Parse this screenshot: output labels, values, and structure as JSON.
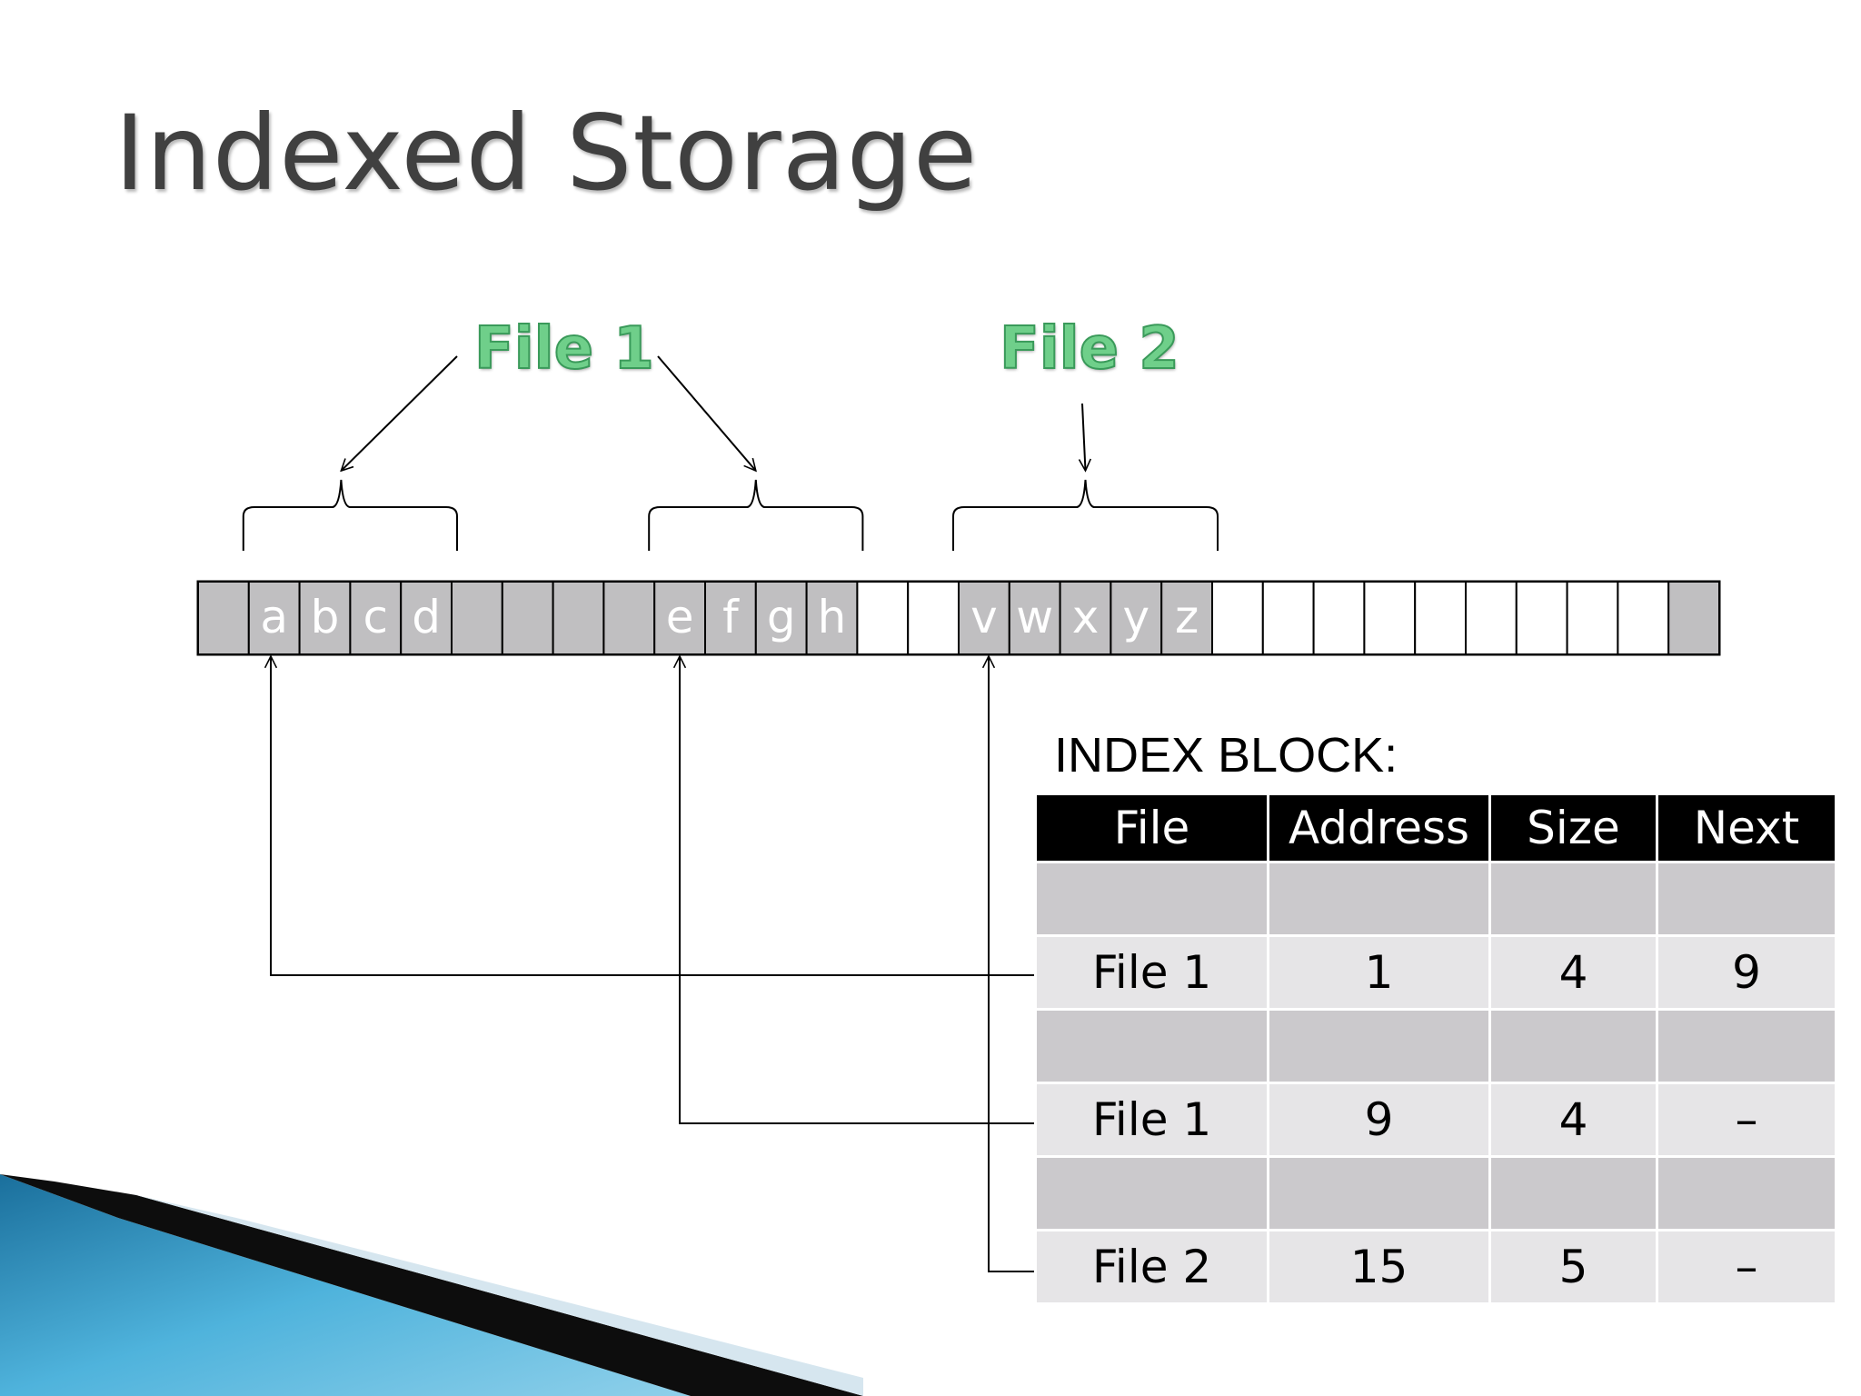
{
  "title": "Indexed Storage",
  "file_labels": [
    "File 1",
    "File 2"
  ],
  "storage": {
    "blocks": [
      {
        "fill": "gray",
        "letter": ""
      },
      {
        "fill": "gray",
        "letter": "a"
      },
      {
        "fill": "gray",
        "letter": "b"
      },
      {
        "fill": "gray",
        "letter": "c"
      },
      {
        "fill": "gray",
        "letter": "d"
      },
      {
        "fill": "gray",
        "letter": ""
      },
      {
        "fill": "gray",
        "letter": ""
      },
      {
        "fill": "gray",
        "letter": ""
      },
      {
        "fill": "gray",
        "letter": ""
      },
      {
        "fill": "gray",
        "letter": "e"
      },
      {
        "fill": "gray",
        "letter": "f"
      },
      {
        "fill": "gray",
        "letter": "g"
      },
      {
        "fill": "gray",
        "letter": "h"
      },
      {
        "fill": "white",
        "letter": ""
      },
      {
        "fill": "white",
        "letter": ""
      },
      {
        "fill": "gray",
        "letter": "v"
      },
      {
        "fill": "gray",
        "letter": "w"
      },
      {
        "fill": "gray",
        "letter": "x"
      },
      {
        "fill": "gray",
        "letter": "y"
      },
      {
        "fill": "gray",
        "letter": "z"
      },
      {
        "fill": "white",
        "letter": ""
      },
      {
        "fill": "white",
        "letter": ""
      },
      {
        "fill": "white",
        "letter": ""
      },
      {
        "fill": "white",
        "letter": ""
      },
      {
        "fill": "white",
        "letter": ""
      },
      {
        "fill": "white",
        "letter": ""
      },
      {
        "fill": "white",
        "letter": ""
      },
      {
        "fill": "white",
        "letter": ""
      },
      {
        "fill": "white",
        "letter": ""
      },
      {
        "fill": "gray",
        "letter": ""
      }
    ],
    "braces": [
      {
        "file": "File 1",
        "from": 1,
        "to": 4
      },
      {
        "file": "File 1",
        "from": 9,
        "to": 12
      },
      {
        "file": "File 2",
        "from": 15,
        "to": 19
      }
    ]
  },
  "index_block": {
    "title": "INDEX BLOCK:",
    "columns": [
      "File",
      "Address",
      "Size",
      "Next"
    ],
    "rows": [
      {
        "cells": [
          "",
          "",
          "",
          ""
        ],
        "shade": "dark"
      },
      {
        "cells": [
          "File 1",
          "1",
          "4",
          "9"
        ],
        "shade": "light"
      },
      {
        "cells": [
          "",
          "",
          "",
          ""
        ],
        "shade": "dark"
      },
      {
        "cells": [
          "File 1",
          "9",
          "4",
          "–"
        ],
        "shade": "light"
      },
      {
        "cells": [
          "",
          "",
          "",
          ""
        ],
        "shade": "dark"
      },
      {
        "cells": [
          "File 2",
          "15",
          "5",
          "–"
        ],
        "shade": "light"
      }
    ]
  },
  "colors": {
    "block_gray": "#c0bfc1",
    "label_green": "#6fcf8a",
    "header_black": "#000000",
    "row_dark": "#cbc9cc",
    "row_light": "#e6e5e7",
    "decor_blue": "#2a8fbf"
  }
}
